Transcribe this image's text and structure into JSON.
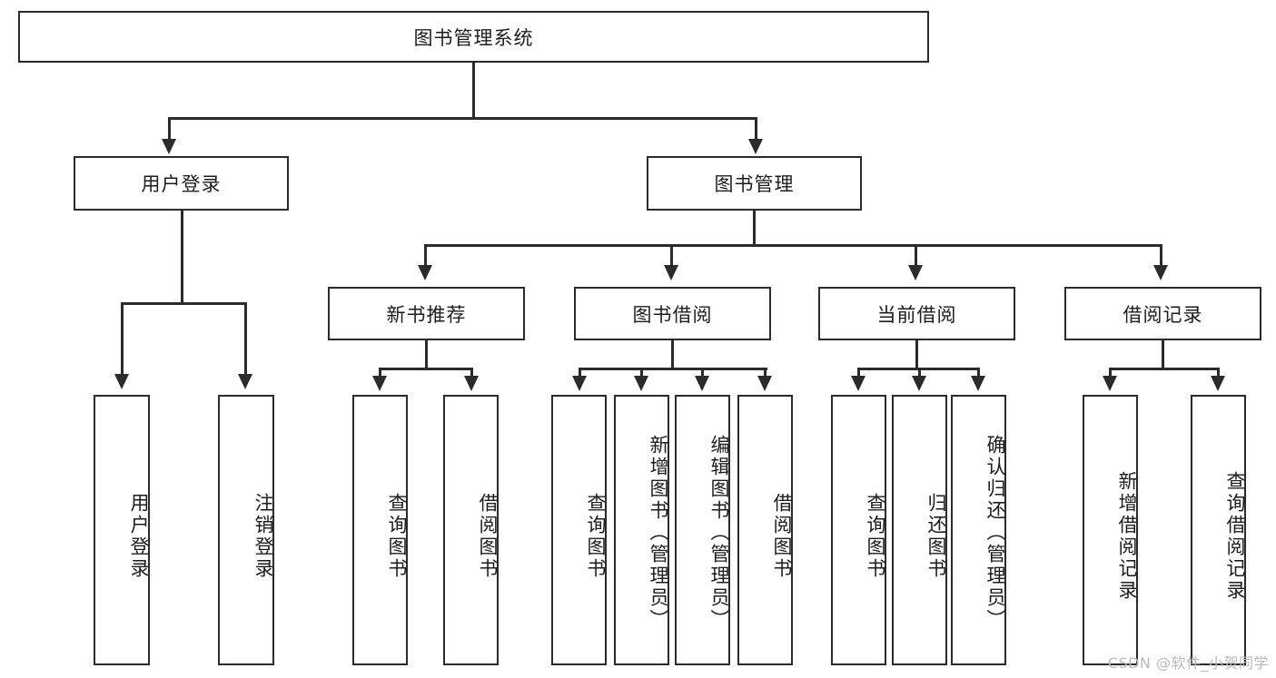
{
  "diagram": {
    "title": "图书管理系统",
    "root": {
      "id": "root",
      "label": "图书管理系统",
      "orientation": "horizontal"
    },
    "level2": [
      {
        "id": "user-login",
        "label": "用户登录",
        "orientation": "horizontal"
      },
      {
        "id": "book-management",
        "label": "图书管理",
        "orientation": "horizontal"
      }
    ],
    "level3": [
      {
        "id": "new-book-recommend",
        "label": "新书推荐",
        "orientation": "horizontal"
      },
      {
        "id": "book-borrow",
        "label": "图书借阅",
        "orientation": "horizontal"
      },
      {
        "id": "current-borrow",
        "label": "当前借阅",
        "orientation": "horizontal"
      },
      {
        "id": "borrow-record",
        "label": "借阅记录",
        "orientation": "horizontal"
      }
    ],
    "leaves": {
      "user_login": [
        {
          "id": "leaf-user-login",
          "label": "用户登录",
          "orientation": "vertical"
        },
        {
          "id": "leaf-user-logout",
          "label": "注销登录",
          "orientation": "vertical"
        }
      ],
      "new_book_recommend": [
        {
          "id": "leaf-query-book-1",
          "label": "查询图书",
          "orientation": "vertical"
        },
        {
          "id": "leaf-borrow-book-1",
          "label": "借阅图书",
          "orientation": "vertical"
        }
      ],
      "book_borrow": [
        {
          "id": "leaf-query-book-2",
          "label": "查询图书",
          "orientation": "vertical"
        },
        {
          "id": "leaf-add-book",
          "label": "新增图书（管理员）",
          "orientation": "vertical"
        },
        {
          "id": "leaf-edit-book",
          "label": "编辑图书（管理员）",
          "orientation": "vertical"
        },
        {
          "id": "leaf-borrow-book-2",
          "label": "借阅图书",
          "orientation": "vertical"
        }
      ],
      "current_borrow": [
        {
          "id": "leaf-query-book-3",
          "label": "查询图书",
          "orientation": "vertical"
        },
        {
          "id": "leaf-return-book",
          "label": "归还图书",
          "orientation": "vertical"
        },
        {
          "id": "leaf-confirm-return",
          "label": "确认归还（管理员）",
          "orientation": "vertical"
        }
      ],
      "borrow_record": [
        {
          "id": "leaf-add-record",
          "label": "新增借阅记录",
          "orientation": "vertical"
        },
        {
          "id": "leaf-query-record",
          "label": "查询借阅记录",
          "orientation": "vertical"
        }
      ]
    },
    "colors": {
      "stroke": "#2b2b2b",
      "fill": "#ffffff",
      "text": "#1d1d1d",
      "watermark": "#b9b9b9"
    }
  },
  "watermark": {
    "text": "CSDN @软件_小贺同学"
  }
}
